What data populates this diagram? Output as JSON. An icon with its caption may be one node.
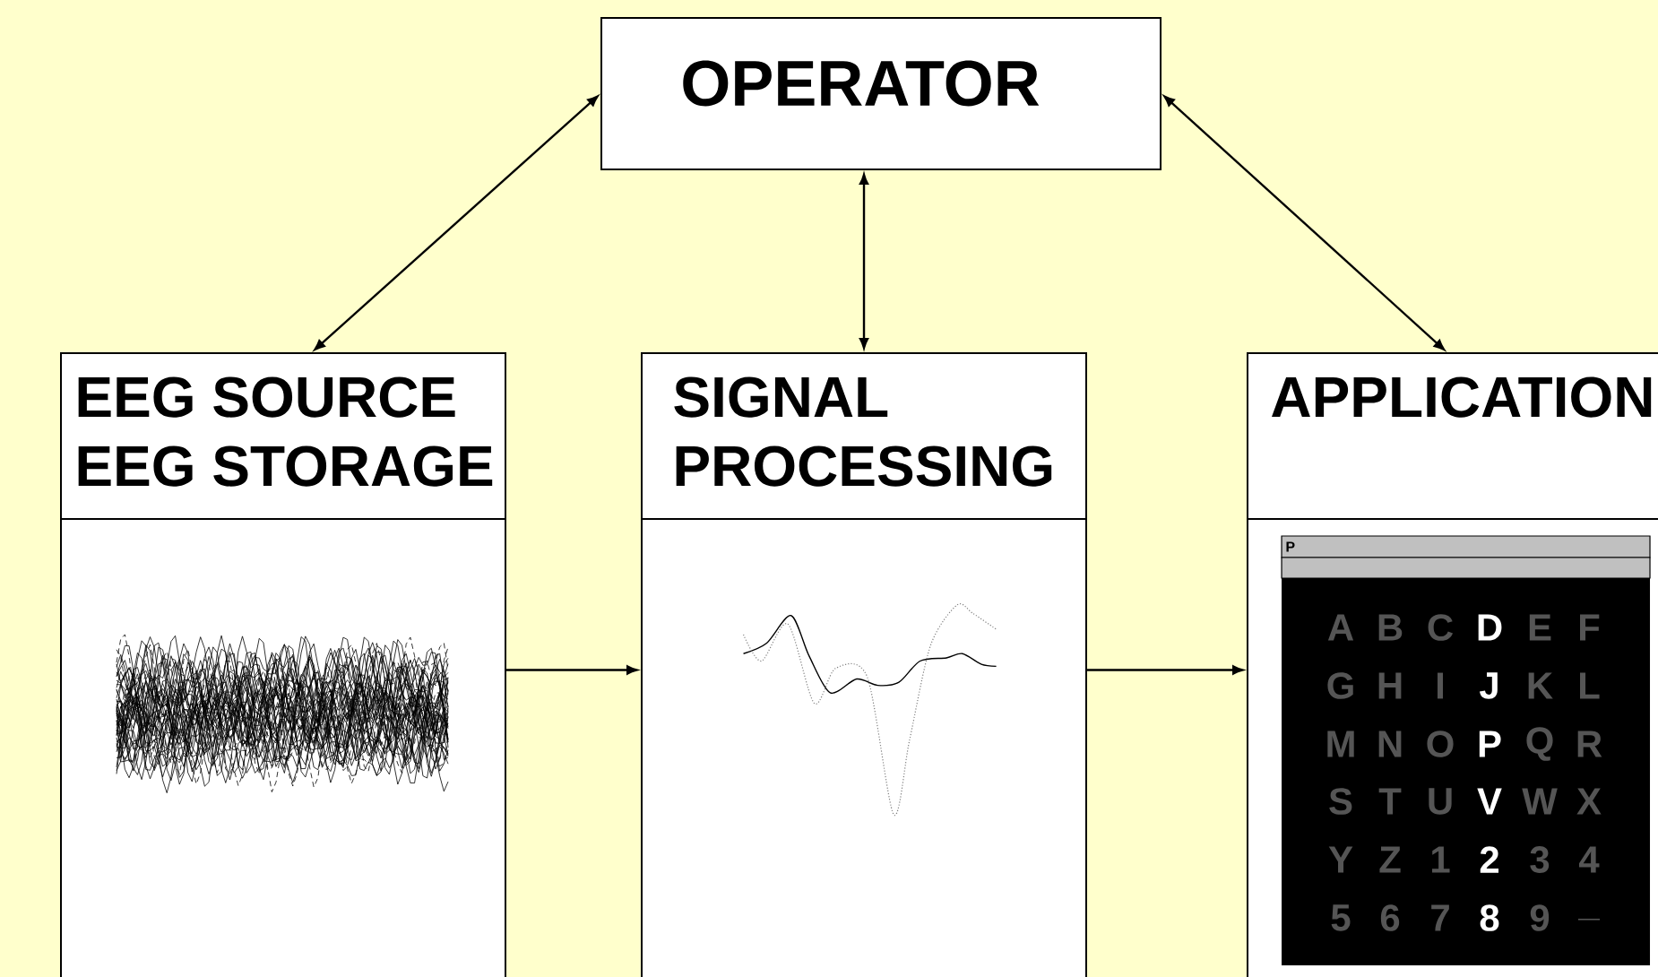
{
  "diagram": {
    "nodes": [
      {
        "text": [
          "OPERATOR"
        ]
      },
      {
        "text": [
          "EEG SOURCE",
          "EEG STORAGE"
        ]
      },
      {
        "text": [
          "SIGNAL PROCESSING"
        ]
      },
      {
        "text": [
          "APPLICATION"
        ]
      }
    ],
    "edges": [
      {
        "from": 0,
        "to": 1,
        "arrow": "both"
      },
      {
        "from": 0,
        "to": 2,
        "arrow": "both"
      },
      {
        "from": 0,
        "to": 3,
        "arrow": "both"
      },
      {
        "from": 1,
        "to": 2,
        "arrow": "to"
      },
      {
        "from": 2,
        "to": 3,
        "arrow": "to"
      }
    ],
    "labels": [
      "P",
      "A",
      "B",
      "C",
      "D",
      "E",
      "F",
      "G",
      "H",
      "I",
      "J",
      "K",
      "L",
      "M",
      "N",
      "O",
      "P",
      "Q",
      "R",
      "S",
      "T",
      "U",
      "V",
      "W",
      "X",
      "Y",
      "Z",
      "1",
      "2",
      "3",
      "4",
      "5",
      "6",
      "7",
      "8",
      "9",
      "_"
    ]
  }
}
